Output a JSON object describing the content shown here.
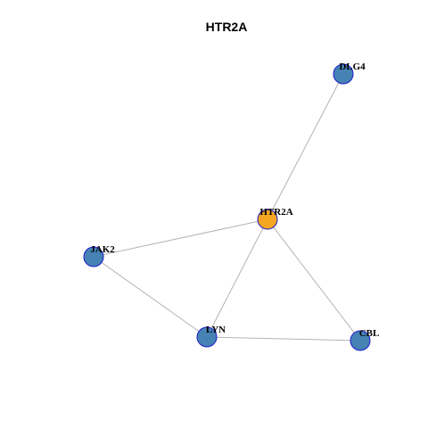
{
  "title": "HTR2A",
  "colors": {
    "focus_node": "#F5A623",
    "neighbor_node": "#4682B4",
    "node_border": "#1A1ACC",
    "edge": "#B3B3B3"
  },
  "nodes": [
    {
      "id": "HTR2A",
      "label": "HTR2A",
      "role": "focus"
    },
    {
      "id": "DLG4",
      "label": "DLG4",
      "role": "neighbor"
    },
    {
      "id": "JAK2",
      "label": "JAK2",
      "role": "neighbor"
    },
    {
      "id": "LYN",
      "label": "LYN",
      "role": "neighbor"
    },
    {
      "id": "CBL",
      "label": "CBL",
      "role": "neighbor"
    }
  ],
  "edges": [
    {
      "source": "HTR2A",
      "target": "DLG4"
    },
    {
      "source": "HTR2A",
      "target": "JAK2"
    },
    {
      "source": "HTR2A",
      "target": "LYN"
    },
    {
      "source": "HTR2A",
      "target": "CBL"
    },
    {
      "source": "JAK2",
      "target": "LYN"
    },
    {
      "source": "LYN",
      "target": "CBL"
    }
  ]
}
